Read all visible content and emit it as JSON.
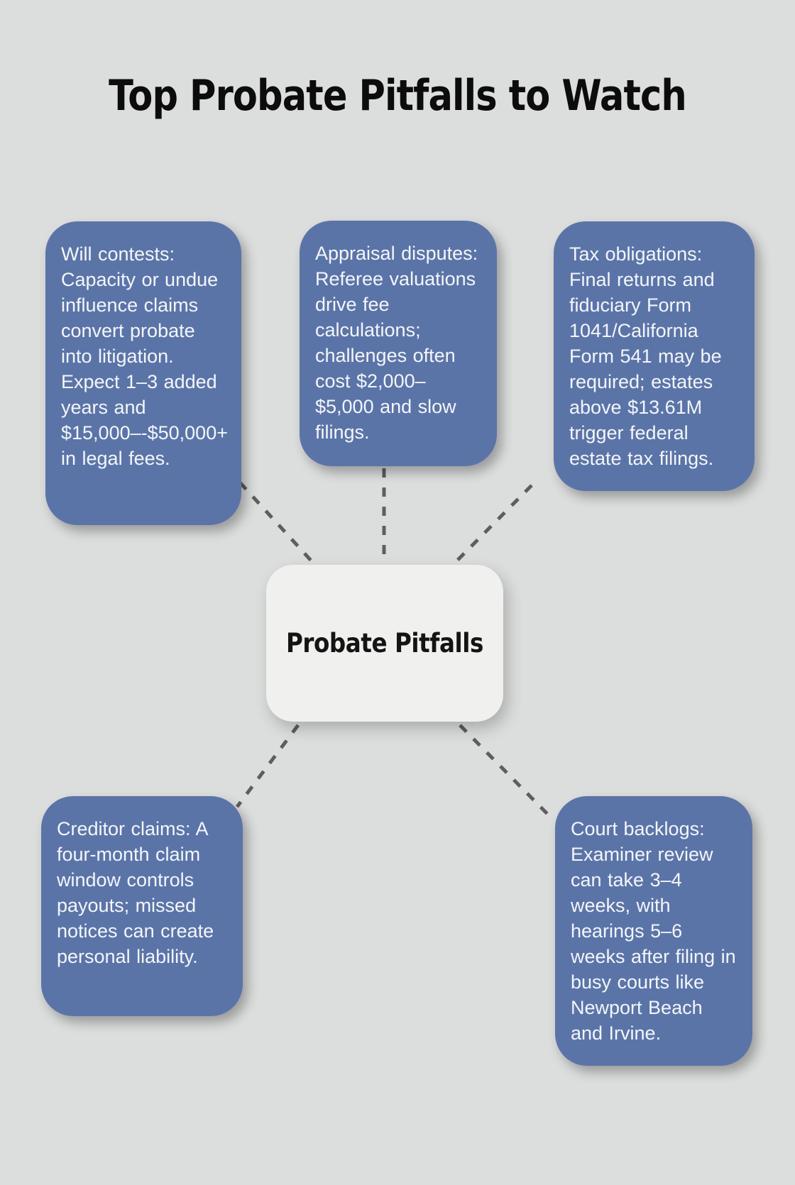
{
  "title": "Top Probate Pitfalls to Watch",
  "center": {
    "label": "Probate Pitfalls"
  },
  "nodes": [
    {
      "id": "will-contests",
      "text": "Will contests: Capacity or undue influence claims convert probate into litigation. Expect 1–3 added years and $15,000–-$50,000+ in legal fees."
    },
    {
      "id": "appraisal-disputes",
      "text": "Appraisal disputes: Referee valuations drive fee calculations; challenges often cost $2,000–$5,000 and slow filings."
    },
    {
      "id": "tax-obligations",
      "text": "Tax obligations: Final returns and fiduciary Form 1041/California Form 541 may be required; estates above $13.61M trigger federal estate tax filings."
    },
    {
      "id": "creditor-claims",
      "text": "Creditor claims: A four-month claim window controls payouts; missed notices can create personal liability."
    },
    {
      "id": "court-backlogs",
      "text": "Court backlogs: Examiner review can take 3–4 weeks, with hearings 5–6 weeks after filing in busy courts like Newport Beach and Irvine."
    }
  ],
  "colors": {
    "background": "#dcdedd",
    "node_fill": "#5b74a8",
    "node_text": "#f3f6f9",
    "center_fill": "#f0f0ef",
    "center_text": "#141414",
    "title_text": "#0c0c0c",
    "connector": "#5e5e5e"
  }
}
